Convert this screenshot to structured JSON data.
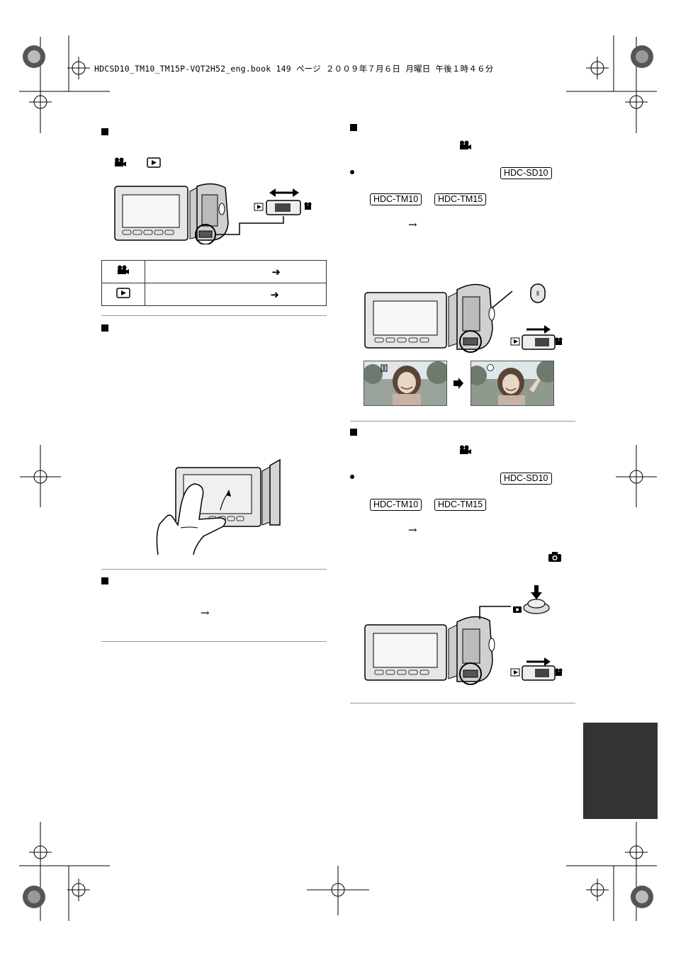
{
  "header": {
    "text": "HDCSD10_TM10_TM15P-VQT2H52_eng.book  149 ページ  ２００９年７月６日  月曜日  午後１時４６分"
  },
  "models": {
    "sd10": "HDC-SD10",
    "tm10": "HDC-TM10",
    "tm15": "HDC-TM15"
  },
  "glyphs": {
    "arrow_right_thin": "→",
    "arrow_right_bold": "➜"
  },
  "colors": {
    "side_tab": "#333333",
    "rule": "#9a9a9a"
  },
  "icons": [
    "motion-picture-icon",
    "playback-icon",
    "camera-icon"
  ]
}
